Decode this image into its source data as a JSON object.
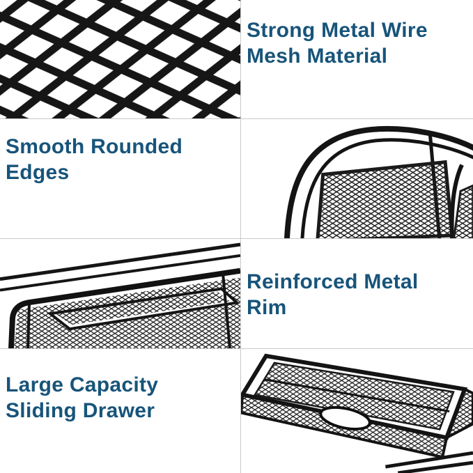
{
  "colors": {
    "background": "#ffffff",
    "headline": "#17547a",
    "divider": "#c9c9c9",
    "wire": "#1a1a1a"
  },
  "features": [
    {
      "id": "mesh-material",
      "label": "Strong Metal Wire\nMesh Material",
      "photo": "wire-mesh-closeup",
      "photo_side": "left"
    },
    {
      "id": "rounded-edges",
      "label": "Smooth Rounded\nEdges",
      "photo": "rounded-edge-corner",
      "photo_side": "right"
    },
    {
      "id": "metal-rim",
      "label": "Reinforced Metal\nRim",
      "photo": "reinforced-rim",
      "photo_side": "left"
    },
    {
      "id": "sliding-drawer",
      "label": "Large Capacity\nSliding Drawer",
      "photo": "sliding-drawer",
      "photo_side": "right"
    }
  ]
}
